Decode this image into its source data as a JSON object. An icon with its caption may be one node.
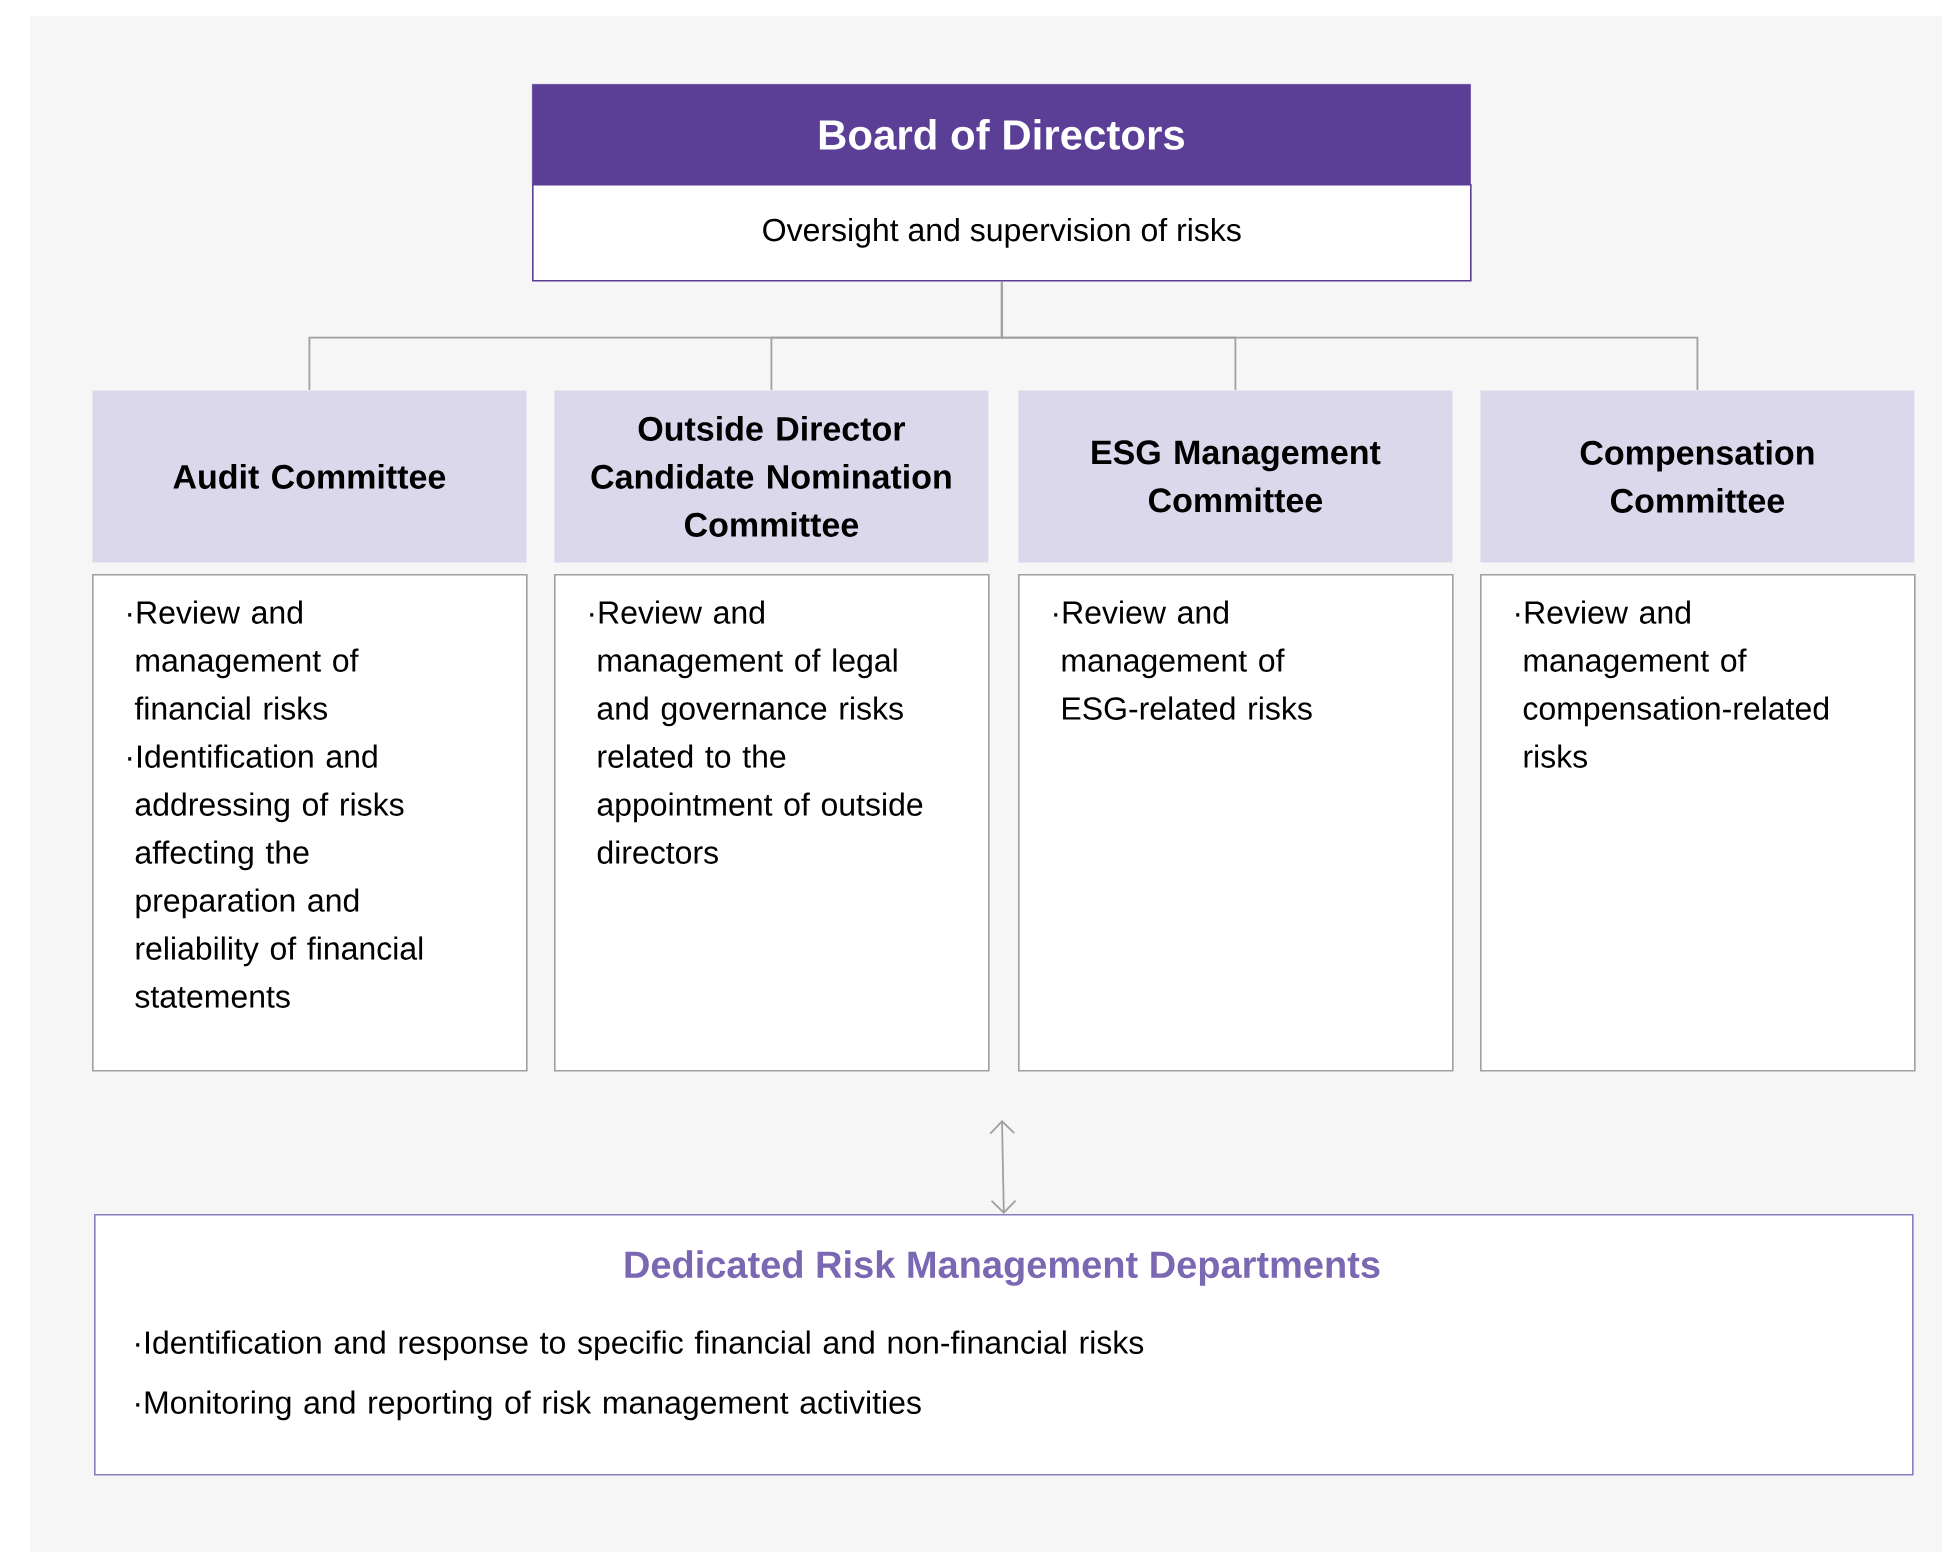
{
  "diagram": {
    "nodes": [
      {
        "text": [
          "Board of Directors",
          "Oversight and supervision of risks"
        ]
      },
      {
        "text": [
          "Audit Committee",
          "·Review and management of financial risks",
          "·Identification and addressing of risks affecting the preparation and reliability of financial statements"
        ]
      },
      {
        "text": [
          "Outside Director Candidate Nomination Committee",
          "·Review and management of legal and governance risks related to the appointment of outside directors"
        ]
      },
      {
        "text": [
          "ESG Management Committee",
          "·Review and management of ESG-related risks"
        ]
      },
      {
        "text": [
          "Compensation Committee",
          "·Review and management of compensation-related risks"
        ]
      },
      {
        "text": [
          "Dedicated Risk Management Departments",
          "·Identification and response to specific financial and non-financial risks",
          "·Monitoring and reporting of risk management activities"
        ]
      }
    ],
    "edges": [
      {
        "from": 0,
        "to": 1,
        "arrow": "none"
      },
      {
        "from": 0,
        "to": 2,
        "arrow": "none"
      },
      {
        "from": 0,
        "to": 3,
        "arrow": "none"
      },
      {
        "from": 0,
        "to": 4,
        "arrow": "none"
      },
      {
        "from": null,
        "to": 5,
        "arrow": "both"
      }
    ]
  }
}
